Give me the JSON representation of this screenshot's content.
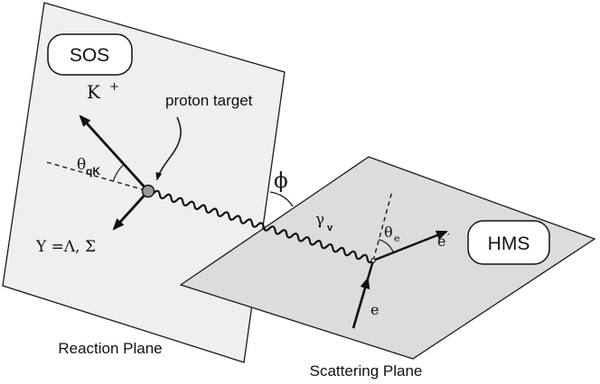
{
  "planes": {
    "reaction": {
      "label": "Reaction Plane",
      "fill": "#efefef"
    },
    "scattering": {
      "label": "Scattering Plane",
      "fill": "#dcdcdc"
    }
  },
  "spectrometers": {
    "sos": "SOS",
    "hms": "HMS"
  },
  "particles": {
    "kaon": {
      "base": "K",
      "superscript": "+"
    },
    "hyperon": "Y =Λ, Σ",
    "virtual_photon": {
      "base": "γ",
      "subscript": "v"
    },
    "electron_in": "e",
    "electron_out": {
      "base": "e",
      "prime": "′"
    }
  },
  "angles": {
    "theta_qk": {
      "base": "θ",
      "subscript": "qK"
    },
    "phi": "ϕ",
    "theta_e": {
      "base": "θ",
      "subscript": "e"
    }
  },
  "annotations": {
    "proton_target": "proton target"
  },
  "colors": {
    "line": "#1a1a1a",
    "vertex_dot": "#999999",
    "box_fill": "#ffffff"
  }
}
